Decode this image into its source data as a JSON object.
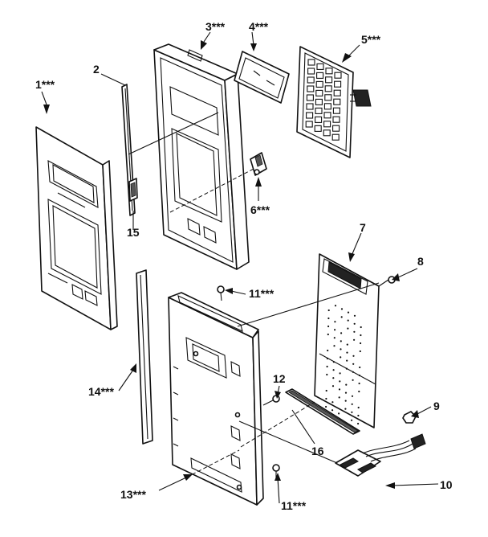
{
  "callouts": [
    {
      "id": "c1",
      "label": "1***"
    },
    {
      "id": "c2",
      "label": "2"
    },
    {
      "id": "c3",
      "label": "3***"
    },
    {
      "id": "c4",
      "label": "4***"
    },
    {
      "id": "c5",
      "label": "5***"
    },
    {
      "id": "c6",
      "label": "6***"
    },
    {
      "id": "c7",
      "label": "7"
    },
    {
      "id": "c8",
      "label": "8"
    },
    {
      "id": "c9",
      "label": "9"
    },
    {
      "id": "c10",
      "label": "10"
    },
    {
      "id": "c11a",
      "label": "11***"
    },
    {
      "id": "c11b",
      "label": "11***"
    },
    {
      "id": "c12",
      "label": "12"
    },
    {
      "id": "c13",
      "label": "13***"
    },
    {
      "id": "c14",
      "label": "14***"
    },
    {
      "id": "c15",
      "label": "15"
    },
    {
      "id": "c16",
      "label": "16"
    }
  ]
}
